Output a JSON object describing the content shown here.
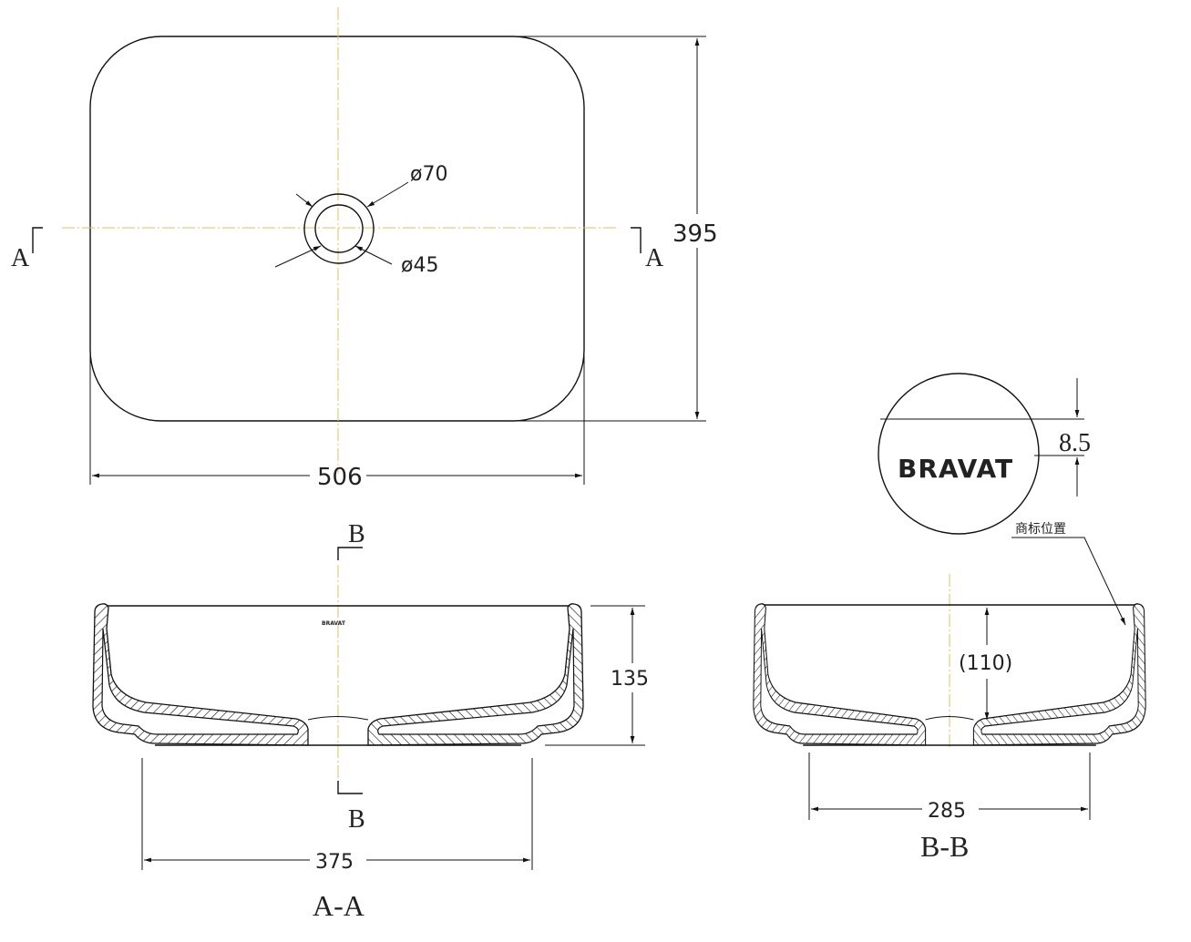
{
  "plan_view": {
    "outer_dia_label": "ø70",
    "inner_dia_label": "ø45",
    "height_dim": "395",
    "width_dim": "506",
    "section_mark_left": "A",
    "section_mark_right": "A"
  },
  "section_aa": {
    "cut_mark_top": "B",
    "cut_mark_bottom": "B",
    "height_dim": "135",
    "base_dim": "375",
    "title": "A-A",
    "logo_text": "BRAVAT"
  },
  "section_bb": {
    "depth_dim": "(110)",
    "base_dim": "285",
    "title": "B-B"
  },
  "logo_detail": {
    "logo_text": "BRAVAT",
    "offset_dim": "8.5",
    "note": "商标位置"
  },
  "colors": {
    "line": "#111111",
    "centerline": "#e0c060"
  }
}
